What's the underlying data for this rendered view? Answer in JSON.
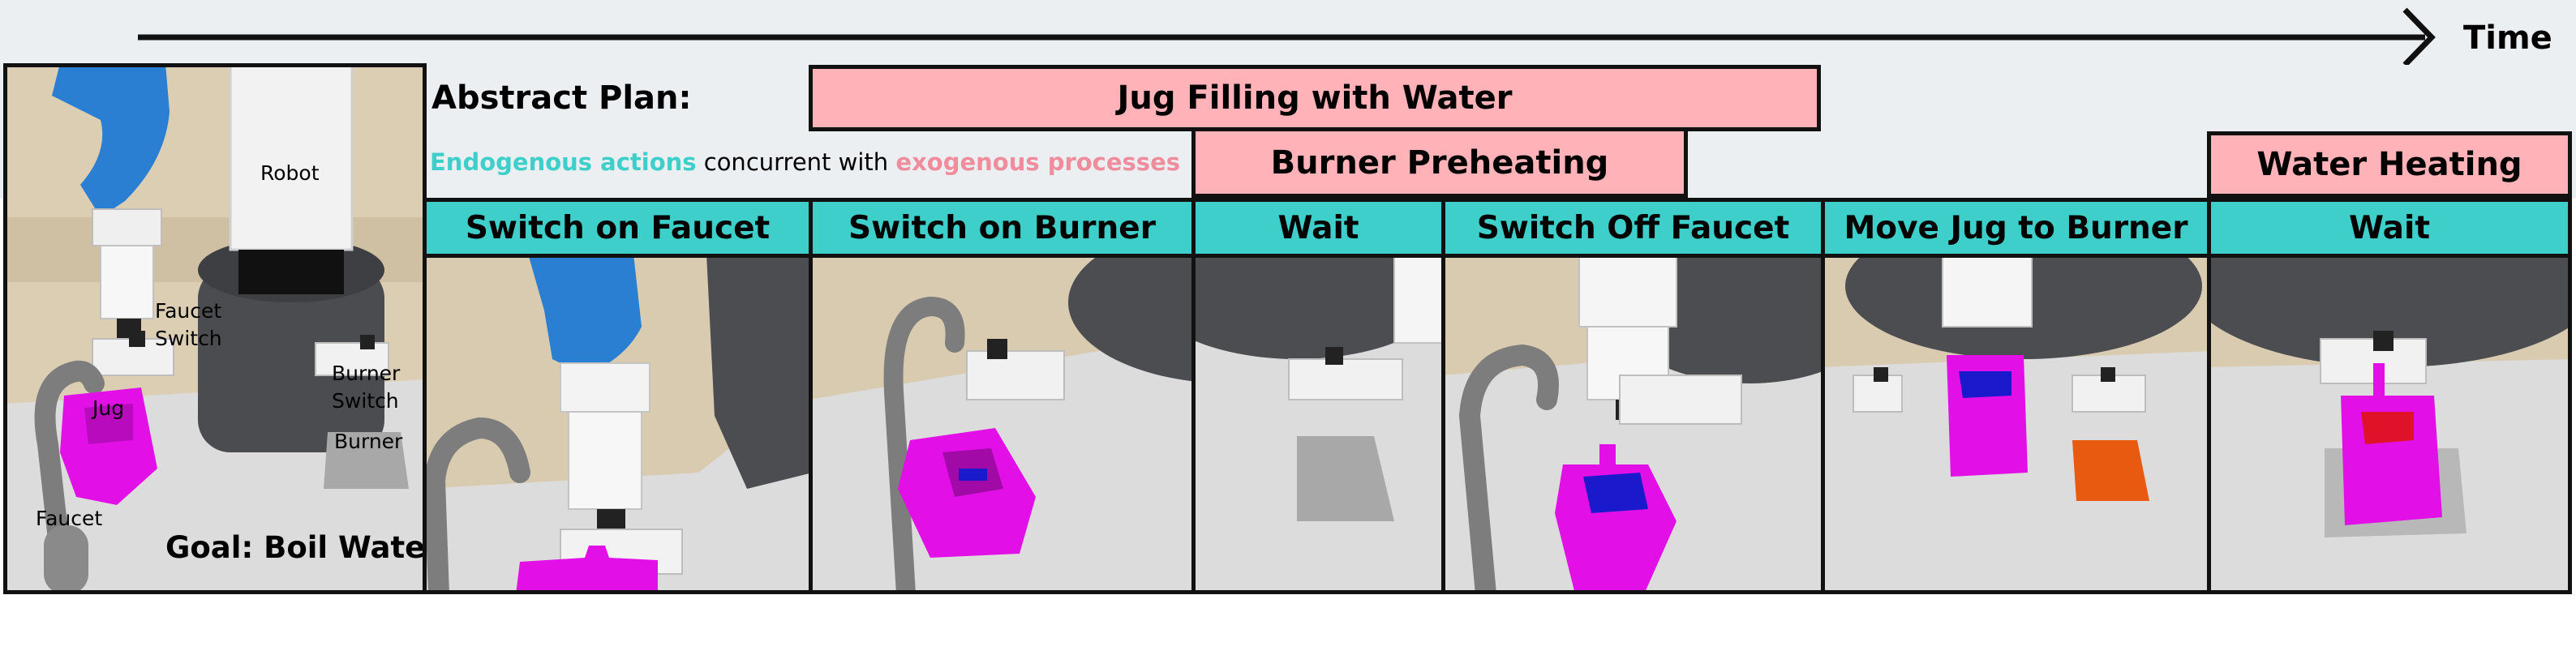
{
  "timeline": {
    "label": "Time"
  },
  "goal": {
    "labels": {
      "robot": "Robot",
      "faucet_switch": [
        "Faucet",
        "Switch"
      ],
      "burner_switch": [
        "Burner",
        "Switch"
      ],
      "jug": "Jug",
      "burner": "Burner",
      "faucet": "Faucet"
    },
    "caption": "Goal: Boil Water"
  },
  "legend": {
    "abstract_plan": "Abstract Plan:",
    "endogenous": "Endogenous actions",
    "concurrent": " concurrent with ",
    "exogenous": "exogenous processes"
  },
  "processes": [
    "Jug Filling with Water",
    "Burner Preheating",
    "Water Heating"
  ],
  "actions": [
    "Switch on Faucet",
    "Switch on Burner",
    "Wait",
    "Switch Off Faucet",
    "Move Jug to Burner",
    "Wait"
  ],
  "colors": {
    "endogenous": "#3ecfcb",
    "exogenous": "#ffb2b7",
    "exogenous_text": "#f08d9c",
    "jug": "#e210e6",
    "water": "#1a1acc",
    "hot_water": "#e0122a",
    "hot_burner": "#e85a10",
    "robot_arm": "#2b7fd3"
  }
}
